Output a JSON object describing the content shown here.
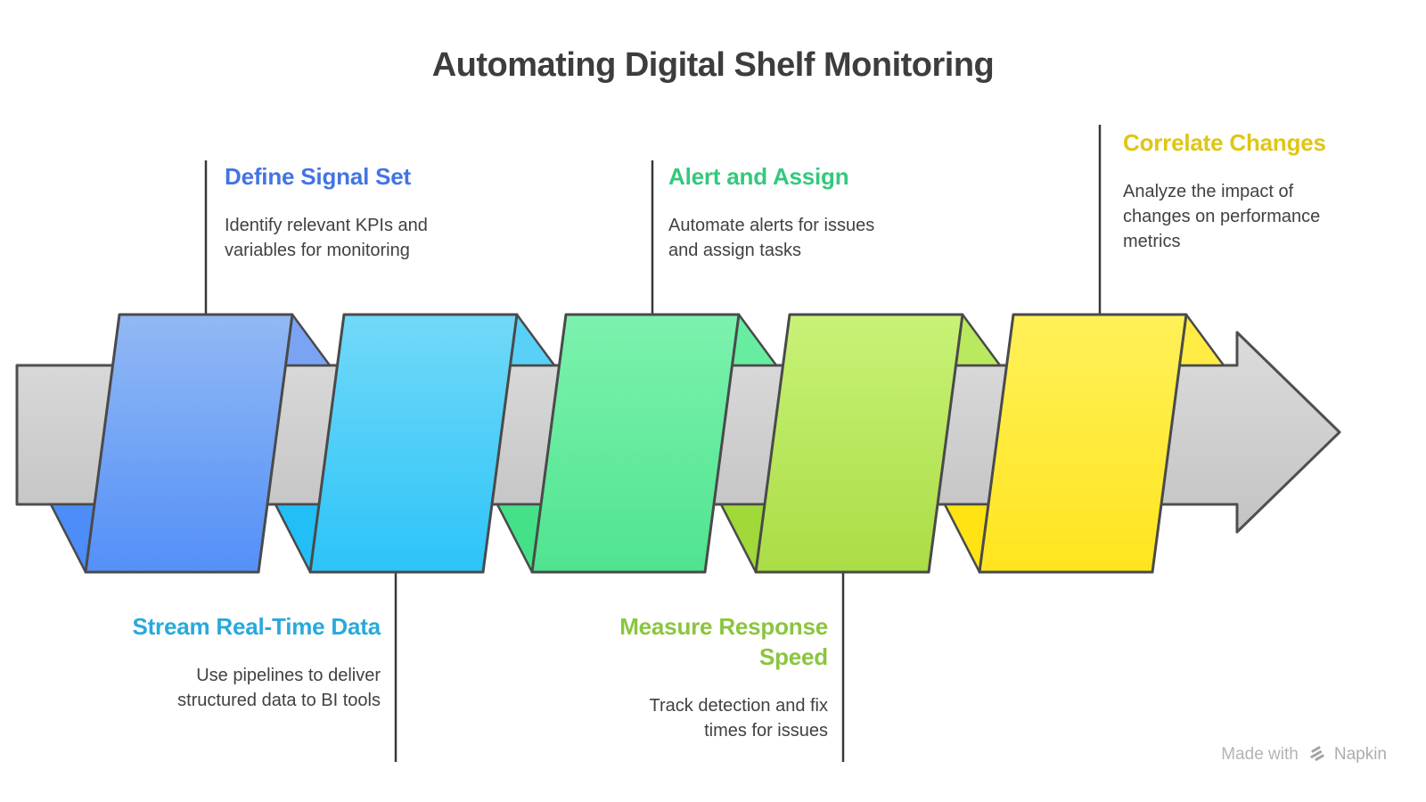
{
  "title": "Automating Digital Shelf Monitoring",
  "steps": [
    {
      "label": "Define Signal Set",
      "description": "Identify relevant KPIs and variables for monitoring",
      "label_color": "#4374e4",
      "grad_top": "#92b9f4",
      "grad_bottom": "#5490f8",
      "fold_top": "#7aa4f3",
      "fold_bottom": "#4c8df8",
      "callout_position": "top"
    },
    {
      "label": "Stream Real-Time Data",
      "description": "Use pipelines to deliver structured data to BI tools",
      "label_color": "#29a9db",
      "grad_top": "#72d9f8",
      "grad_bottom": "#2cc4f8",
      "fold_top": "#59d0f7",
      "fold_bottom": "#22bff7",
      "callout_position": "bottom"
    },
    {
      "label": "Alert and Assign",
      "description": "Automate alerts for issues and assign tasks",
      "label_color": "#33c97d",
      "grad_top": "#7cf2ae",
      "grad_bottom": "#50e48f",
      "fold_top": "#67eda0",
      "fold_bottom": "#45e189",
      "callout_position": "top"
    },
    {
      "label": "Measure Response Speed",
      "description": "Track detection and fix times for issues",
      "label_color": "#8bc53f",
      "grad_top": "#c8f277",
      "grad_bottom": "#aadd45",
      "fold_top": "#b9e95f",
      "fold_bottom": "#a0d938",
      "callout_position": "bottom"
    },
    {
      "label": "Correlate Changes",
      "description": "Analyze the impact of changes on performance metrics",
      "label_color": "#e0c516",
      "grad_top": "#fff059",
      "grad_bottom": "#ffe51e",
      "fold_top": "#ffec44",
      "fold_bottom": "#ffe312",
      "callout_position": "top"
    }
  ],
  "arrow": {
    "fill_top": "#dcdcdc",
    "fill_bottom": "#c3c3c3",
    "stroke": "#4f4f4f"
  },
  "connector_color": "#383838",
  "ribbon_stroke": "#4a4a4a",
  "watermark": {
    "made_with": "Made with",
    "brand": "Napkin"
  }
}
